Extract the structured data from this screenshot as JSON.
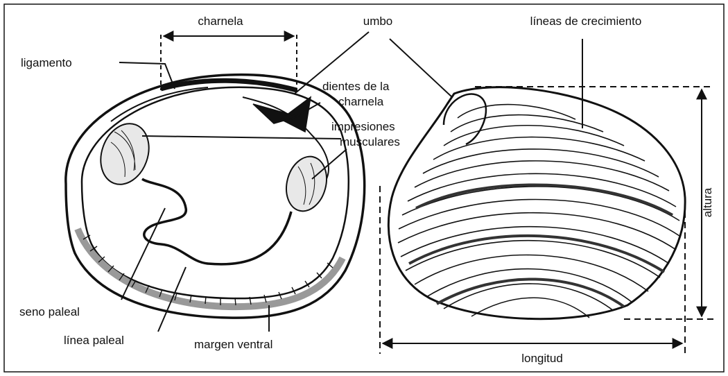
{
  "labels": {
    "charnela": "charnela",
    "umbo": "umbo",
    "lineas_crecimiento": "líneas de crecimiento",
    "ligamento": "ligamento",
    "dientes_1": "dientes de la",
    "dientes_2": "charnela",
    "impresiones_1": "impresiones",
    "impresiones_2": "musculares",
    "altura": "altura",
    "seno_paleal": "seno paleal",
    "linea_paleal": "línea paleal",
    "margen_ventral": "margen ventral",
    "longitud": "longitud"
  },
  "colors": {
    "ink": "#111111",
    "background": "#ffffff"
  }
}
